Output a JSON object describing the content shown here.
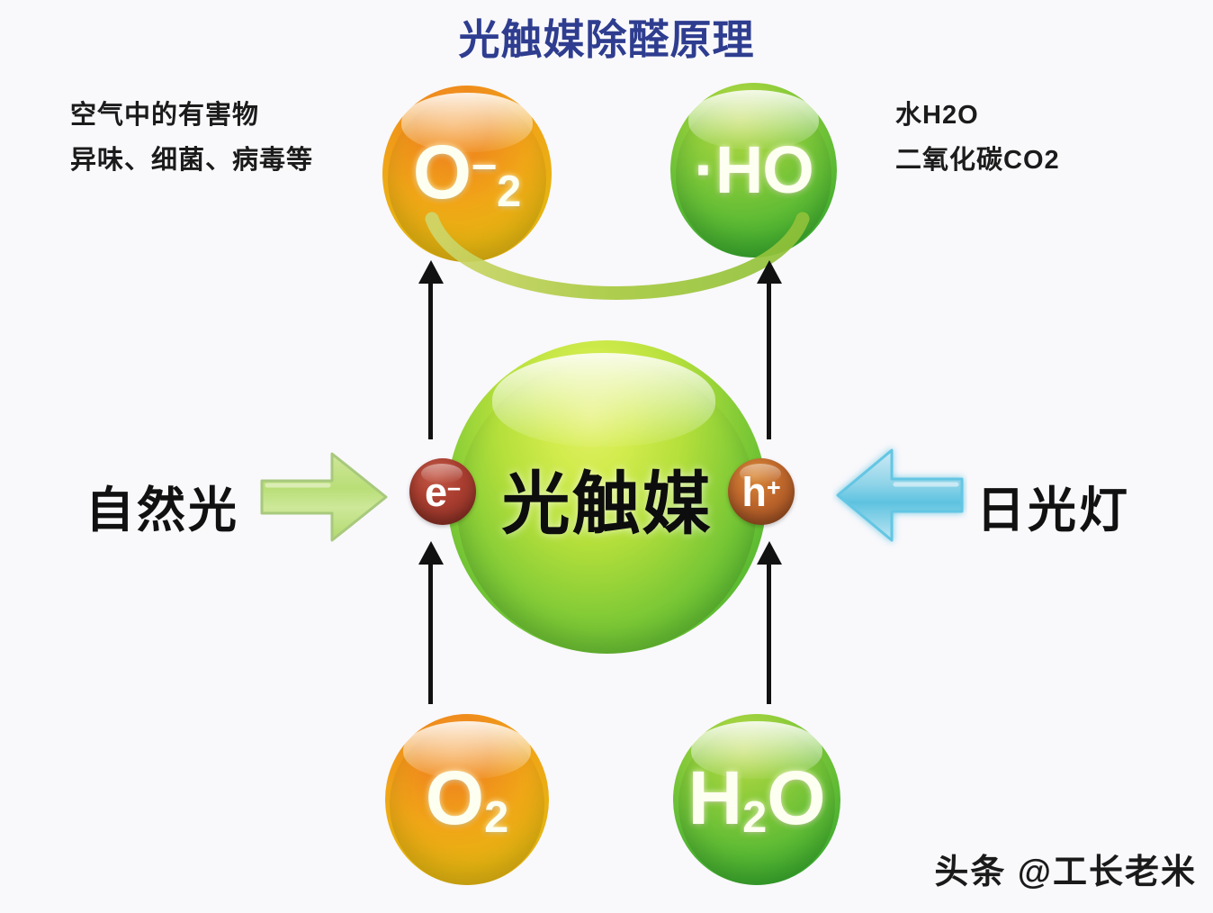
{
  "title": "光触媒除醛原理",
  "colors": {
    "title": "#2e3d8f",
    "background": "#f9f8fb",
    "orange_sphere": "#ef8c1c",
    "green_sphere": "#63bd35",
    "main_sphere": "#b4df3b",
    "electron_badge": "#ab3f31",
    "hole_badge": "#c0682c",
    "natural_light_arrow": "#b6d97a",
    "lamp_arrow": "#7ed0e8",
    "arc": "#a8cc47",
    "text": "#111111"
  },
  "captions": {
    "left": {
      "line1": "空气中的有害物",
      "line2": "异味、细菌、病毒等"
    },
    "right": {
      "line1": "水H2O",
      "line2": "二氧化碳CO2"
    }
  },
  "spheres": {
    "superoxide": {
      "base": "O",
      "sub": "2",
      "sup": "–",
      "name": "O2-"
    },
    "hydroxyl": {
      "label": "·HO"
    },
    "oxygen": {
      "base": "O",
      "sub": "2"
    },
    "water": {
      "base1": "H",
      "sub": "2",
      "base2": "O"
    },
    "catalyst": {
      "label": "光触媒"
    }
  },
  "badges": {
    "electron": {
      "base": "e",
      "sup": "–"
    },
    "hole": {
      "base": "h",
      "sup": "+"
    }
  },
  "sources": {
    "natural_light": "自然光",
    "lamp_light": "日光灯"
  },
  "watermark": "头条 @工长老米"
}
